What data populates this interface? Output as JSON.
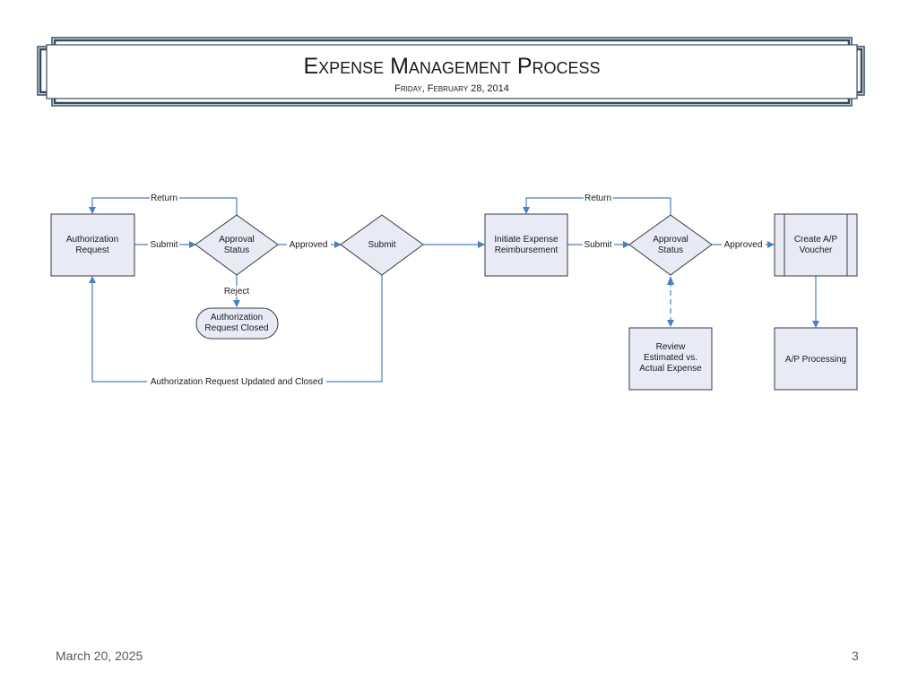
{
  "header": {
    "title": "Expense Management Process",
    "subtitle": "Friday, February 28, 2014"
  },
  "nodes": {
    "auth_request": [
      "Authorization",
      "Request"
    ],
    "approval_status_1": [
      "Approval",
      "Status"
    ],
    "submit_decision": [
      "Submit"
    ],
    "auth_request_closed": [
      "Authorization",
      "Request Closed"
    ],
    "initiate_reimbursement": [
      "Initiate Expense",
      "Reimbursement"
    ],
    "approval_status_2": [
      "Approval",
      "Status"
    ],
    "review_expense": [
      "Review",
      "Estimated vs.",
      "Actual Expense"
    ],
    "create_voucher": [
      "Create A/P",
      "Voucher"
    ],
    "ap_processing": [
      "A/P Processing"
    ]
  },
  "edges": {
    "return_1": "Return",
    "submit_1": "Submit",
    "approved_1": "Approved",
    "reject": "Reject",
    "updated_closed": "Authorization Request Updated and Closed",
    "return_2": "Return",
    "submit_2": "Submit",
    "approved_2": "Approved"
  },
  "colors": {
    "node_fill": "#e8ebf6",
    "node_stroke": "#3a3a3a",
    "connector": "#4a7fc1",
    "banner_border": "#34495e"
  },
  "footer": {
    "date": "March 20, 2025",
    "page": "3"
  }
}
